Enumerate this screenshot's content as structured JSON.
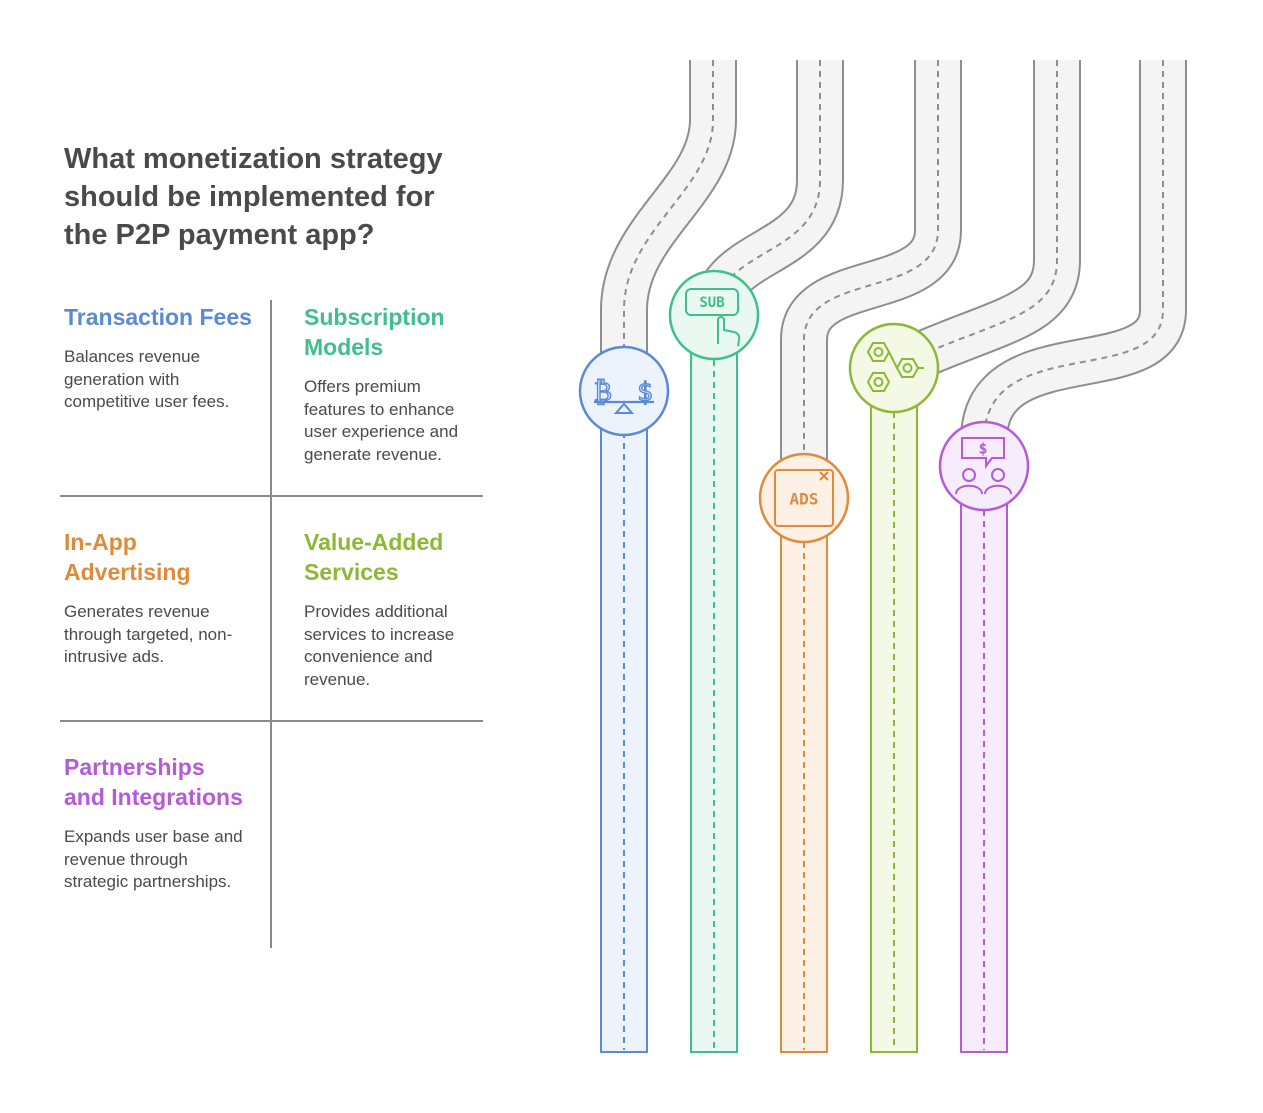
{
  "title": "What monetization strategy should be implemented for the P2P payment app?",
  "options": [
    {
      "heading": "Transaction Fees",
      "description": "Balances revenue generation with competitive user fees.",
      "color": "#5a8ad6",
      "fill": "#edf3fd",
      "icon": "bitcoin-dollar-balance-icon"
    },
    {
      "heading": "Subscription Models",
      "description": "Offers premium features to enhance user experience and generate revenue.",
      "color": "#3fbf8b",
      "fill": "#e9f8f1",
      "icon": "subscription-button-icon",
      "icon_text": "SUB"
    },
    {
      "heading": "In-App Advertising",
      "description": "Generates revenue through targeted, non-intrusive ads.",
      "color": "#e08a3c",
      "fill": "#fdf0e4",
      "icon": "ads-window-icon",
      "icon_text": "ADS"
    },
    {
      "heading": "Value-Added Services",
      "description": "Provides additional services to increase convenience and revenue.",
      "color": "#8db834",
      "fill": "#f3f9e4",
      "icon": "gears-icon"
    },
    {
      "heading": "Partnerships and Integrations",
      "description": "Expands user base and revenue through strategic partnerships.",
      "color": "#b65ad8",
      "fill": "#f6ecfb",
      "icon": "partners-dollar-chat-icon"
    }
  ]
}
